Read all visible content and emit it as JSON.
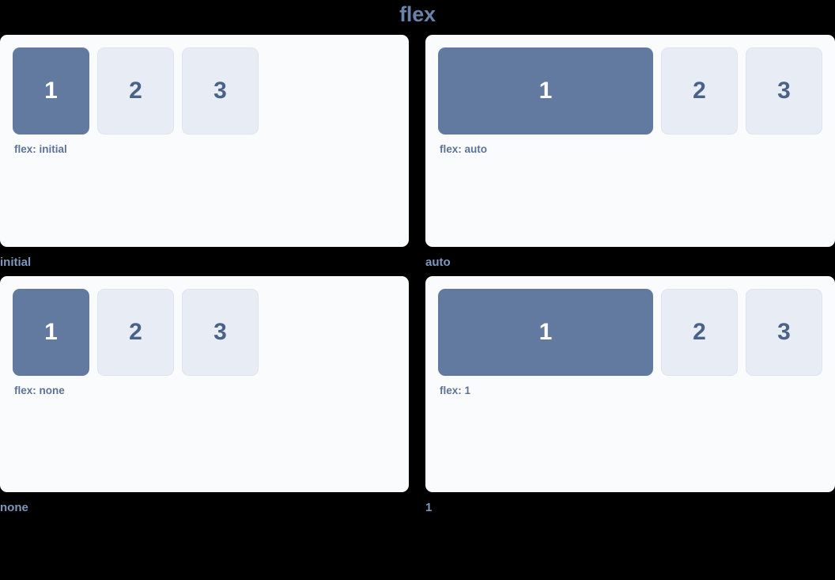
{
  "title": "flex",
  "colors": {
    "page_background": "#000000",
    "panel_background": "#fafbfd",
    "primary_box": "#6279a0",
    "muted_box": "#e8ecf5",
    "muted_box_border": "#dde4f0",
    "title_text": "#6a83ab",
    "caption_text": "#7e97bd",
    "code_label_text": "#5c7397",
    "primary_box_text": "#ffffff",
    "muted_box_text": "#4a6288"
  },
  "panels": [
    {
      "caption": "initial",
      "code_label": "flex: initial",
      "variant": "variant-initial",
      "boxes": [
        {
          "label": "1",
          "style": "primary"
        },
        {
          "label": "2",
          "style": "muted"
        },
        {
          "label": "3",
          "style": "muted"
        }
      ]
    },
    {
      "caption": "auto",
      "code_label": "flex: auto",
      "variant": "variant-auto",
      "boxes": [
        {
          "label": "1",
          "style": "primary"
        },
        {
          "label": "2",
          "style": "muted"
        },
        {
          "label": "3",
          "style": "muted"
        }
      ]
    },
    {
      "caption": "none",
      "code_label": "flex: none",
      "variant": "variant-none",
      "boxes": [
        {
          "label": "1",
          "style": "primary"
        },
        {
          "label": "2",
          "style": "muted"
        },
        {
          "label": "3",
          "style": "muted"
        }
      ]
    },
    {
      "caption": "1",
      "code_label": "flex: 1",
      "variant": "variant-one",
      "boxes": [
        {
          "label": "1",
          "style": "primary"
        },
        {
          "label": "2",
          "style": "muted"
        },
        {
          "label": "3",
          "style": "muted"
        }
      ]
    }
  ]
}
